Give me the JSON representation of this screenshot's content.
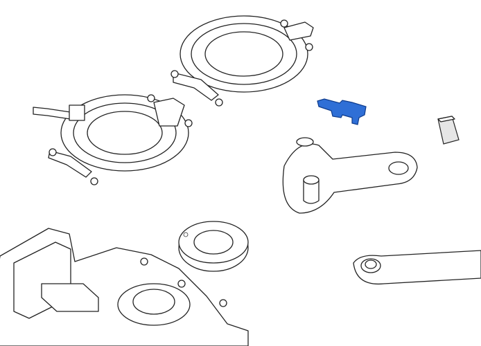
{
  "diagram": {
    "type": "exploded-parts-view",
    "colors": {
      "highlight": "#2f6fd6",
      "line": "#222222",
      "background": "#ffffff"
    },
    "parts": [
      {
        "name": "upper-ring-bracket"
      },
      {
        "name": "lower-ring-bracket-with-sensor"
      },
      {
        "name": "highlighted-sensor-part",
        "highlighted": true
      },
      {
        "name": "small-block"
      },
      {
        "name": "lever-arm"
      },
      {
        "name": "seal-ring"
      },
      {
        "name": "base-housing"
      },
      {
        "name": "link-arm"
      }
    ]
  }
}
